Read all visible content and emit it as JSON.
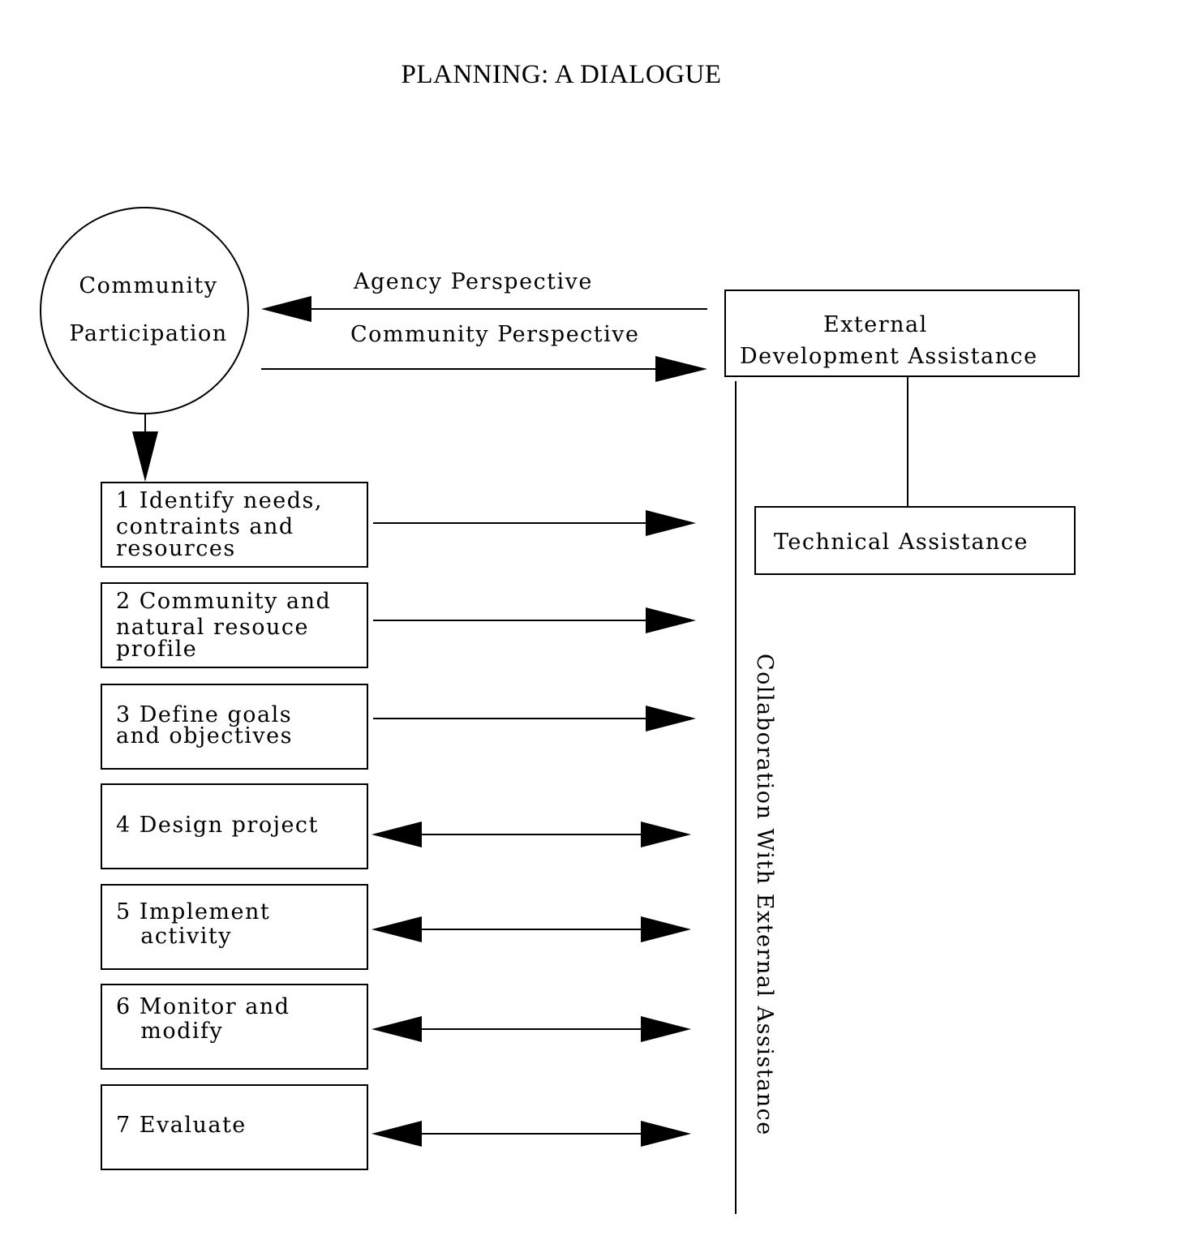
{
  "title": "PLANNING:  A DIALOGUE",
  "community_node": {
    "line1": "Community",
    "line2": "Participation"
  },
  "perspectives": {
    "agency": "Agency Perspective",
    "community": "Community Perspective"
  },
  "external_node": {
    "line1": "External",
    "line2": "Development Assistance"
  },
  "technical_node": {
    "label": "Technical Assistance"
  },
  "collaboration_label": "Collaboration With External Assistance",
  "steps": [
    {
      "lines": [
        "1 Identify needs,",
        "contraints and",
        "resources"
      ],
      "arrow": "one-way"
    },
    {
      "lines": [
        "2 Community and",
        "natural resouce",
        "profile"
      ],
      "arrow": "one-way"
    },
    {
      "lines": [
        "3 Define goals",
        "and objectives"
      ],
      "arrow": "one-way"
    },
    {
      "lines": [
        "4 Design project"
      ],
      "arrow": "two-way"
    },
    {
      "lines": [
        "5 Implement",
        "   activity"
      ],
      "arrow": "two-way"
    },
    {
      "lines": [
        "6 Monitor and",
        "   modify"
      ],
      "arrow": "two-way"
    },
    {
      "lines": [
        "7 Evaluate"
      ],
      "arrow": "two-way"
    }
  ]
}
